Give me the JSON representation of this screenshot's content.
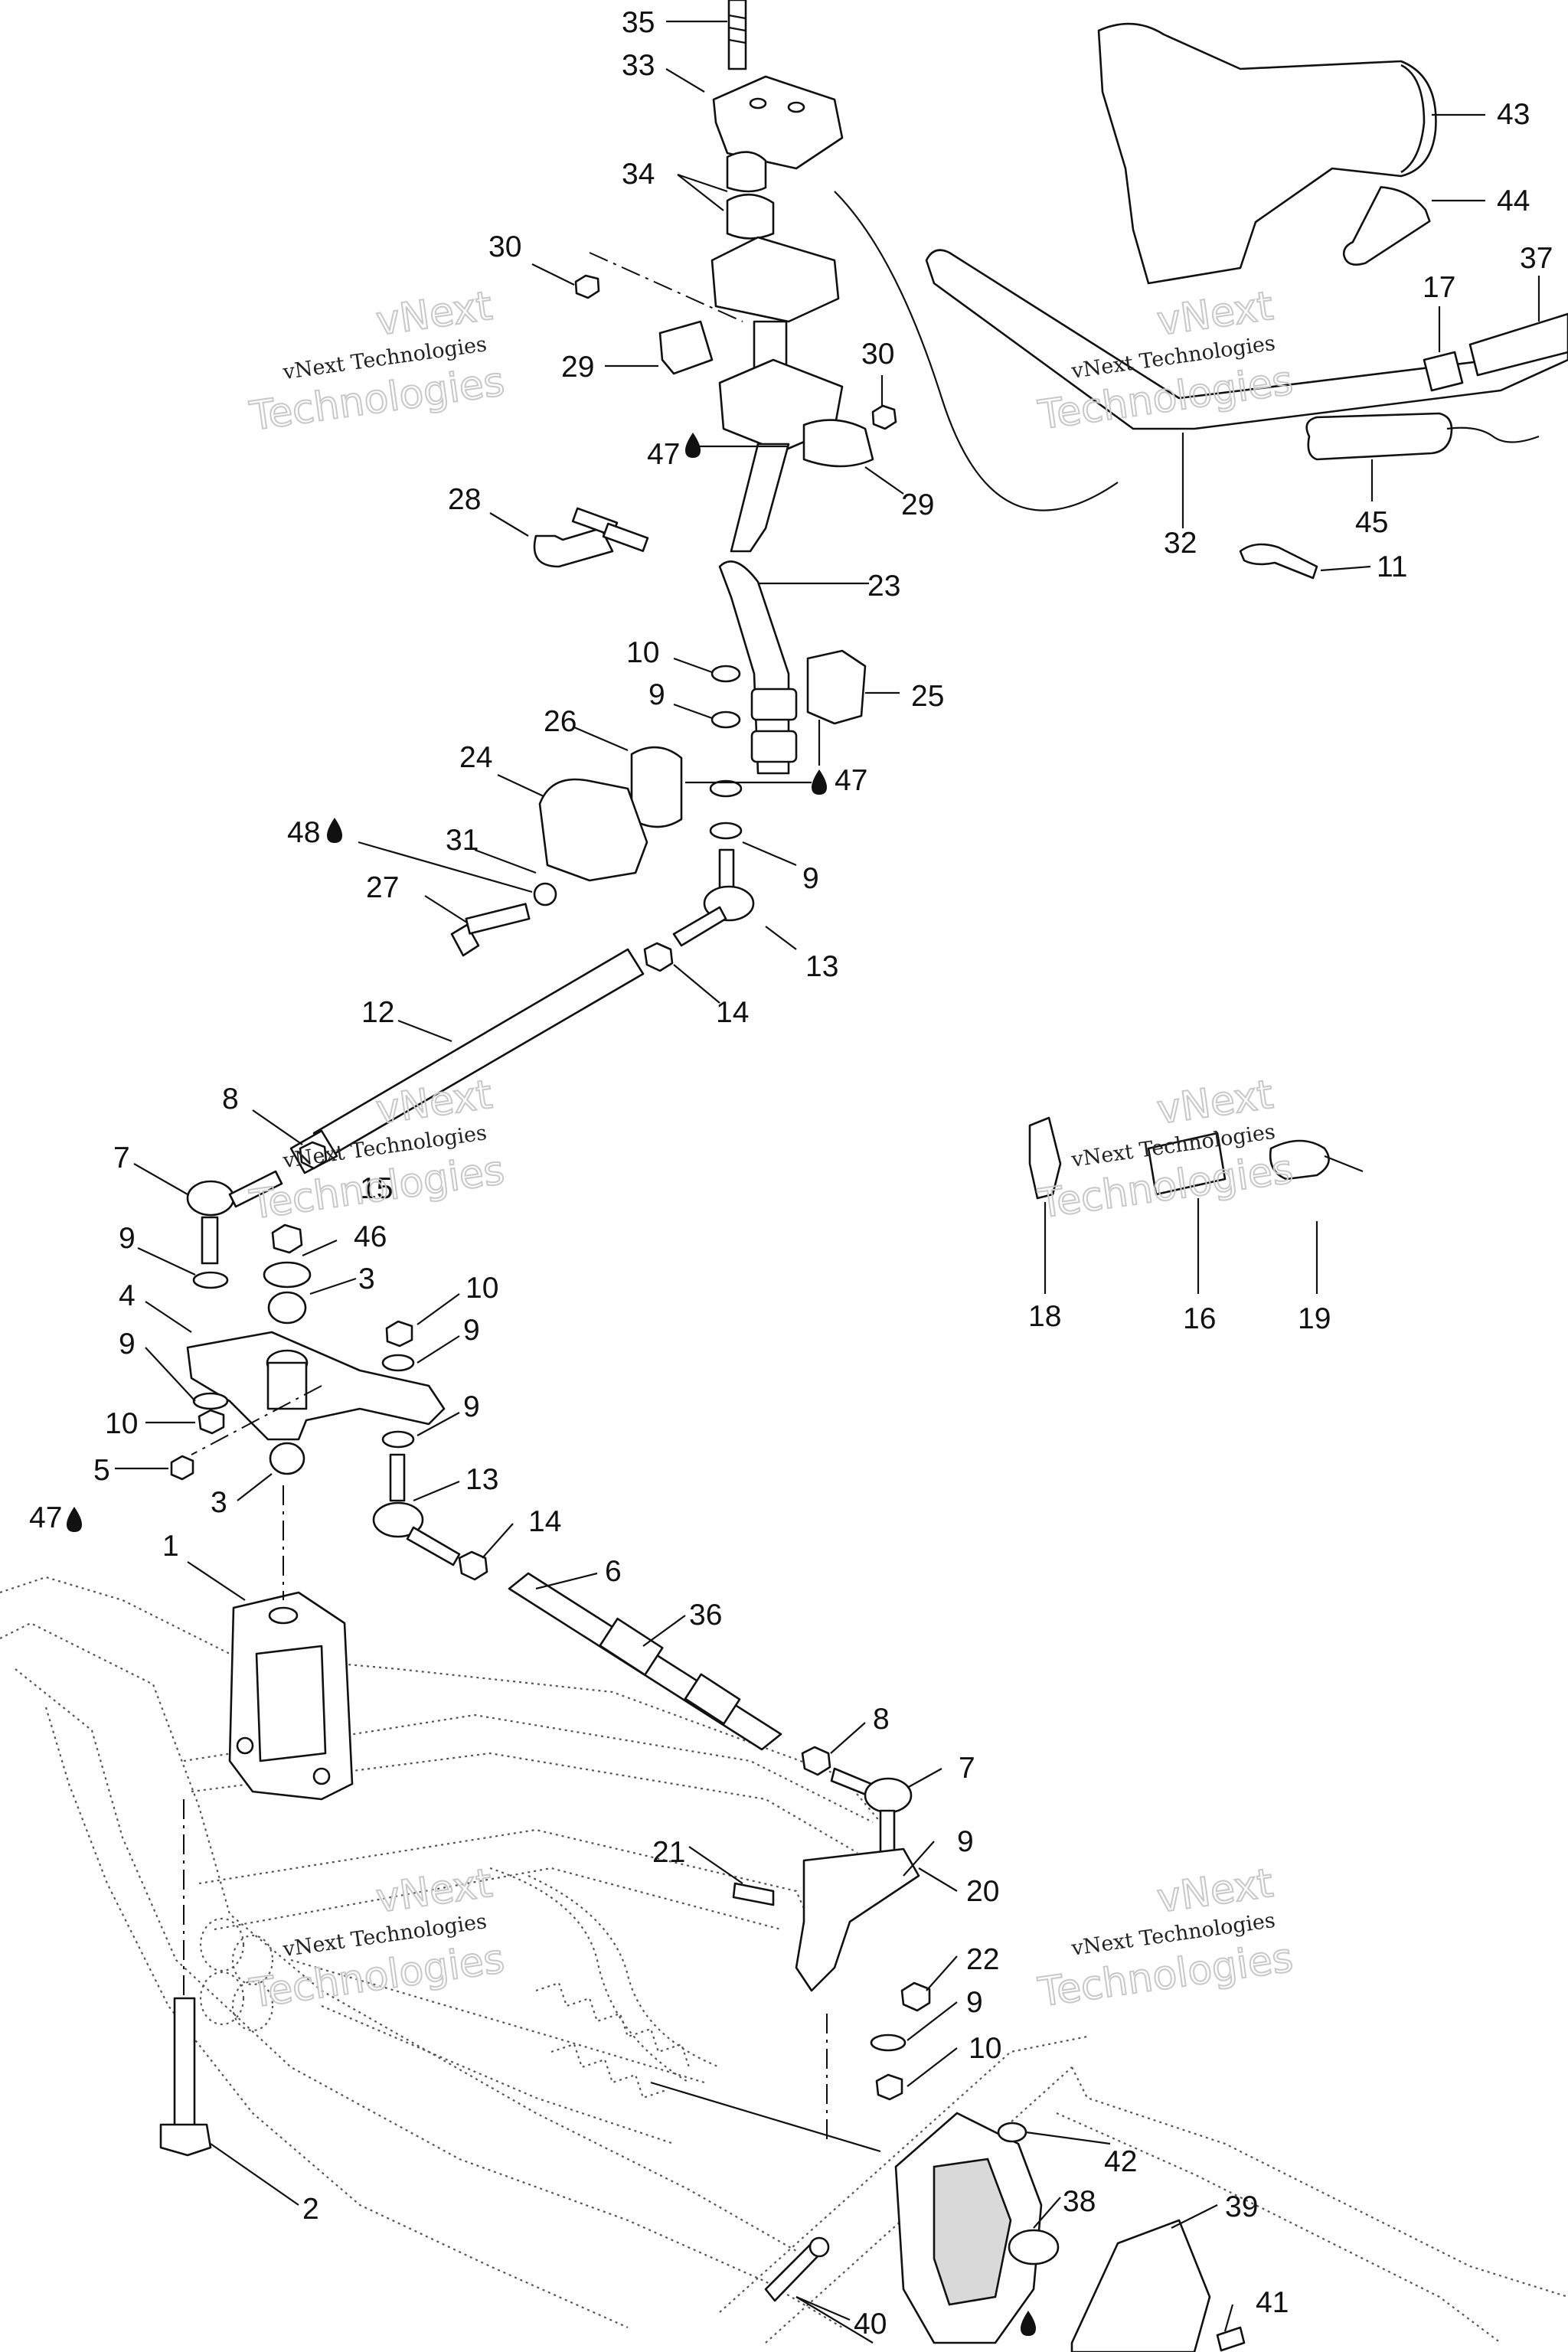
{
  "watermark": {
    "line1": "vNext",
    "line2": "vNext Technologies",
    "line3": "Technologies"
  },
  "callouts": [
    {
      "id": "c35",
      "text": "35"
    },
    {
      "id": "c33",
      "text": "33"
    },
    {
      "id": "c34",
      "text": "34"
    },
    {
      "id": "c30a",
      "text": "30"
    },
    {
      "id": "c29a",
      "text": "29"
    },
    {
      "id": "c30b",
      "text": "30"
    },
    {
      "id": "c47a",
      "text": "47"
    },
    {
      "id": "c29b",
      "text": "29"
    },
    {
      "id": "c28",
      "text": "28"
    },
    {
      "id": "c23",
      "text": "23"
    },
    {
      "id": "c10a",
      "text": "10"
    },
    {
      "id": "c9a",
      "text": "9"
    },
    {
      "id": "c25",
      "text": "25"
    },
    {
      "id": "c26",
      "text": "26"
    },
    {
      "id": "c24",
      "text": "24"
    },
    {
      "id": "c47b",
      "text": "47"
    },
    {
      "id": "c48",
      "text": "48"
    },
    {
      "id": "c31",
      "text": "31"
    },
    {
      "id": "c9b",
      "text": "9"
    },
    {
      "id": "c27",
      "text": "27"
    },
    {
      "id": "c13a",
      "text": "13"
    },
    {
      "id": "c14a",
      "text": "14"
    },
    {
      "id": "c12",
      "text": "12"
    },
    {
      "id": "c8a",
      "text": "8"
    },
    {
      "id": "c7a",
      "text": "7"
    },
    {
      "id": "c15",
      "text": "15"
    },
    {
      "id": "c9c",
      "text": "9"
    },
    {
      "id": "c46",
      "text": "46"
    },
    {
      "id": "c3a",
      "text": "3"
    },
    {
      "id": "c10b",
      "text": "10"
    },
    {
      "id": "c4",
      "text": "4"
    },
    {
      "id": "c9d",
      "text": "9"
    },
    {
      "id": "c9e",
      "text": "9"
    },
    {
      "id": "c9f",
      "text": "9"
    },
    {
      "id": "c10c",
      "text": "10"
    },
    {
      "id": "c5",
      "text": "5"
    },
    {
      "id": "c47c",
      "text": "47"
    },
    {
      "id": "c3b",
      "text": "3"
    },
    {
      "id": "c13b",
      "text": "13"
    },
    {
      "id": "c14b",
      "text": "14"
    },
    {
      "id": "c1",
      "text": "1"
    },
    {
      "id": "c6",
      "text": "6"
    },
    {
      "id": "c36",
      "text": "36"
    },
    {
      "id": "c8b",
      "text": "8"
    },
    {
      "id": "c7b",
      "text": "7"
    },
    {
      "id": "c9g",
      "text": "9"
    },
    {
      "id": "c21",
      "text": "21"
    },
    {
      "id": "c20",
      "text": "20"
    },
    {
      "id": "c22",
      "text": "22"
    },
    {
      "id": "c9h",
      "text": "9"
    },
    {
      "id": "c10d",
      "text": "10"
    },
    {
      "id": "c42",
      "text": "42"
    },
    {
      "id": "c38",
      "text": "38"
    },
    {
      "id": "c39",
      "text": "39"
    },
    {
      "id": "c2",
      "text": "2"
    },
    {
      "id": "c40",
      "text": "40"
    },
    {
      "id": "c41",
      "text": "41"
    },
    {
      "id": "c43",
      "text": "43"
    },
    {
      "id": "c44",
      "text": "44"
    },
    {
      "id": "c17",
      "text": "17"
    },
    {
      "id": "c37",
      "text": "37"
    },
    {
      "id": "c45",
      "text": "45"
    },
    {
      "id": "c32",
      "text": "32"
    },
    {
      "id": "c11",
      "text": "11"
    },
    {
      "id": "c18",
      "text": "18"
    },
    {
      "id": "c16",
      "text": "16"
    },
    {
      "id": "c19",
      "text": "19"
    }
  ]
}
